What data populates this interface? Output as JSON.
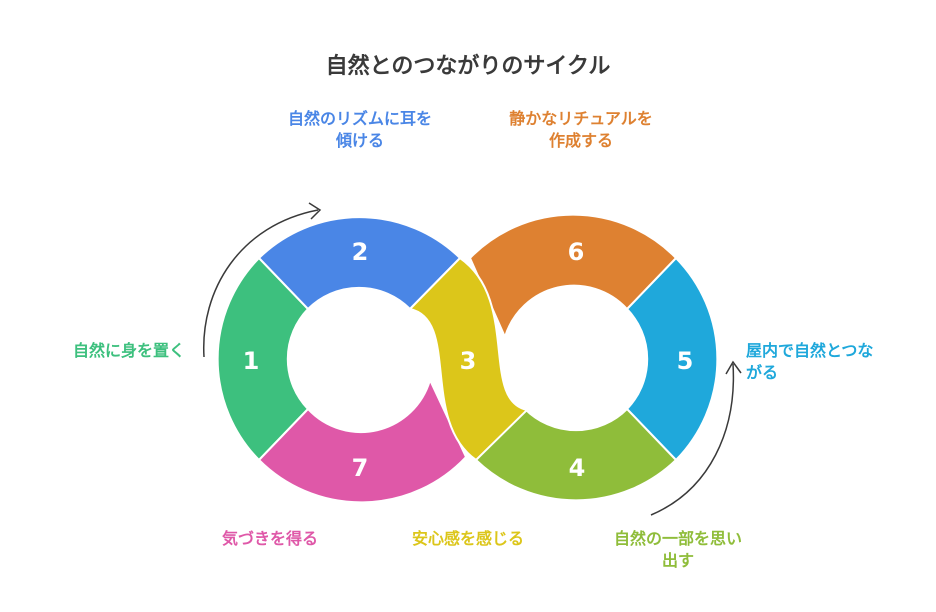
{
  "title": "自然とのつながりのサイクル",
  "steps": [
    {
      "num": "1",
      "label": "自然に身を置く",
      "color": "#3dc07e"
    },
    {
      "num": "2",
      "label": "自然のリズムに耳を\n傾ける",
      "color": "#4a86e6"
    },
    {
      "num": "3",
      "label": "安心感を感じる",
      "color": "#dcc61a"
    },
    {
      "num": "4",
      "label": "自然の一部を思い\n出す",
      "color": "#8fbd3a"
    },
    {
      "num": "5",
      "label": "屋内で自然とつな\nがる",
      "color": "#1fa8db"
    },
    {
      "num": "6",
      "label": "静かなリチュアルを\n作成する",
      "color": "#de8131"
    },
    {
      "num": "7",
      "label": "気づきを得る",
      "color": "#df58a8"
    }
  ],
  "arrow_color": "#3a3a3a"
}
